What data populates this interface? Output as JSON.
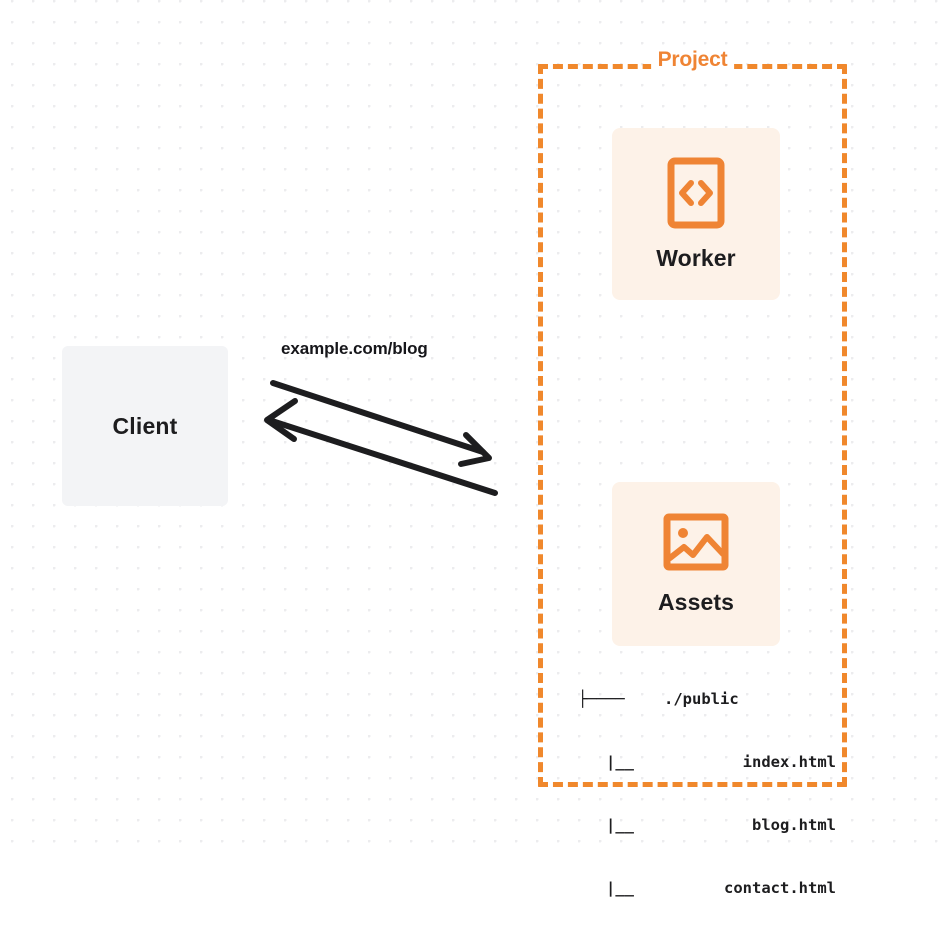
{
  "diagram": {
    "title": "Project",
    "accent_color": "#ef8434",
    "node_fill_color": "#fdf2e8",
    "client_fill_color": "#f3f4f6",
    "text_color": "#1d1d1f",
    "background_color": "#ffffff",
    "dot_grid_color": "#ececee"
  },
  "client": {
    "label": "Client",
    "icon": "client-box"
  },
  "connection": {
    "label": "example.com/blog",
    "request_arrow": "arrow-right-down",
    "response_arrow": "arrow-left-up"
  },
  "project": {
    "title": "Project",
    "services": [
      {
        "id": "worker",
        "label": "Worker",
        "icon": "code-brackets-icon"
      },
      {
        "id": "assets",
        "label": "Assets",
        "icon": "image-icon"
      }
    ],
    "file_tree": {
      "rows": [
        {
          "branch": "├────",
          "name": "./public"
        },
        {
          "branch": "   |__",
          "name": "index.html"
        },
        {
          "branch": "   |__",
          "name": "blog.html"
        },
        {
          "branch": "   |__",
          "name": "contact.html"
        }
      ]
    }
  }
}
